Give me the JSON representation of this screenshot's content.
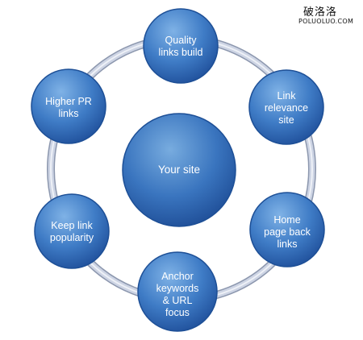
{
  "watermark": {
    "name": "破洛洛",
    "url": "POLUOLUO.COM"
  },
  "diagram": {
    "center": {
      "label_lines": [
        "Your site"
      ]
    },
    "nodes": [
      {
        "id": "quality-links-build",
        "label_lines": [
          "Quality",
          "links build"
        ]
      },
      {
        "id": "link-relevance-site",
        "label_lines": [
          "Link",
          "relevance",
          "site"
        ]
      },
      {
        "id": "home-page-back-links",
        "label_lines": [
          "Home",
          "page back",
          "links"
        ]
      },
      {
        "id": "anchor-keywords-url-focus",
        "label_lines": [
          "Anchor",
          "keywords",
          "& URL",
          "focus"
        ]
      },
      {
        "id": "keep-link-popularity",
        "label_lines": [
          "Keep link",
          "popularity"
        ]
      },
      {
        "id": "higher-pr-links",
        "label_lines": [
          "Higher PR",
          "links"
        ]
      }
    ],
    "colors": {
      "node_fill_light": "#5f9ad8",
      "node_fill_dark": "#2256a3",
      "node_stroke": "#1d4f96",
      "ring": "#c4ccde",
      "ring_edge": "#8c97ae",
      "label": "#ffffff"
    }
  }
}
